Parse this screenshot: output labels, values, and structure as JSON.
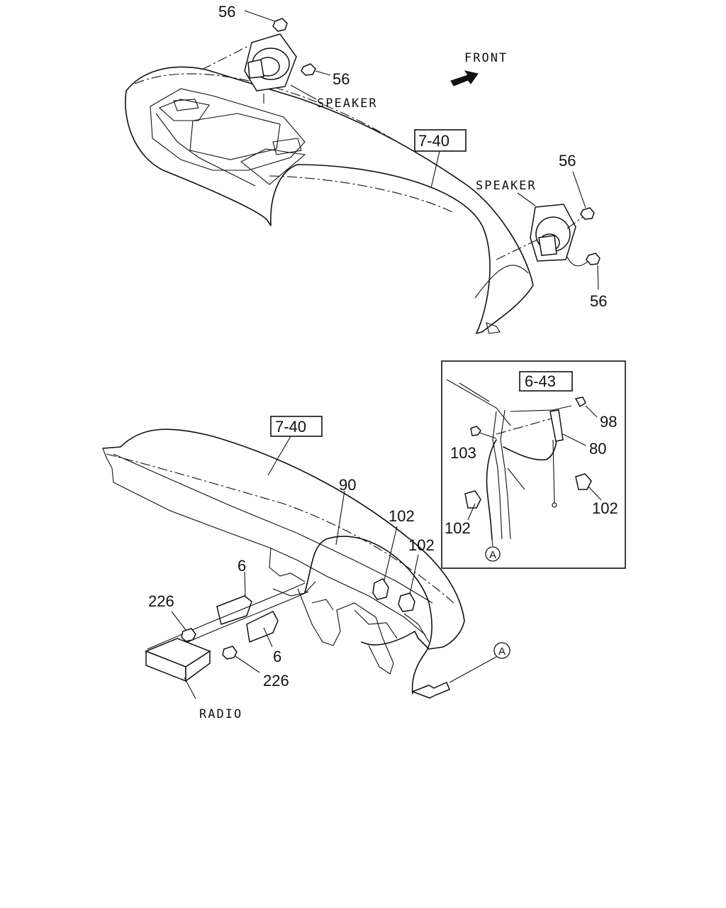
{
  "labels": {
    "front": "FRONT",
    "speaker_left": "SPEAKER",
    "speaker_right": "SPEAKER",
    "radio": "RADIO"
  },
  "refs": {
    "panel_top": "7-40",
    "panel_bottom": "7-40",
    "inset": "6-43"
  },
  "callouts": {
    "nut_top_a": "56",
    "nut_top_b": "56",
    "nut_right_a": "56",
    "nut_right_b": "56",
    "antenna_cable": "90",
    "clip_a": "102",
    "clip_b": "102",
    "bracket_a": "6",
    "bracket_b": "6",
    "bolt_a": "226",
    "bolt_b": "226",
    "inset_screw": "98",
    "inset_nut": "103",
    "inset_antenna": "80",
    "inset_clip_a": "102",
    "inset_clip_b": "102"
  },
  "connectors": {
    "main": "A",
    "inset": "A"
  }
}
